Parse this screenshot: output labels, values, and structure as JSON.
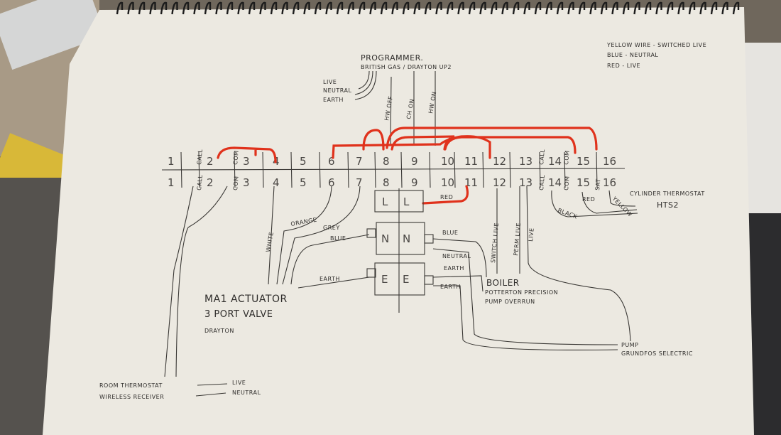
{
  "legend": {
    "line1": "YELLOW WIRE - SWITCHED LIVE",
    "line2": "BLUE   -   NEUTRAL",
    "line3": "RED   -   LIVE"
  },
  "programmer": {
    "title": "PROGRAMMER.",
    "model": "BRITISH GAS / DRAYTON UP2",
    "supply": [
      "LIVE",
      "NEUTRAL",
      "EARTH"
    ],
    "outputs": [
      "HW OFF",
      "CH ON",
      "HW ON"
    ]
  },
  "terminals": {
    "top": [
      "1",
      "2",
      "3",
      "4",
      "5",
      "6",
      "7",
      "8",
      "9",
      "10",
      "11",
      "12",
      "13",
      "14",
      "15",
      "16"
    ],
    "bottom": [
      "1",
      "2",
      "3",
      "4",
      "5",
      "6",
      "7",
      "8",
      "9",
      "10",
      "11",
      "12",
      "13",
      "14",
      "15",
      "16"
    ],
    "top_tags": {
      "t2": "CALL",
      "t3": "COM",
      "t14": "CALL",
      "t15": "COM"
    },
    "bottom_tags": {
      "t2": "CALL",
      "t3": "COM",
      "t14": "CALL",
      "t15": "COM",
      "t16": "SAT"
    }
  },
  "blocks": {
    "live": [
      "L",
      "L"
    ],
    "neutral": [
      "N",
      "N"
    ],
    "earth": [
      "E",
      "E"
    ],
    "red_label": "RED"
  },
  "actuator": {
    "title": "MA1 ACTUATOR",
    "subtitle": "3 PORT VALVE",
    "brand": "DRAYTON",
    "wires": [
      "WHITE",
      "ORANGE",
      "GREY",
      "BLUE",
      "EARTH"
    ]
  },
  "boiler": {
    "title": "BOILER",
    "model": "POTTERTON PRECISION",
    "note": "PUMP OVERRUN",
    "wires": [
      "SWITCH LIVE",
      "PERM LIVE",
      "LIVE",
      "BLUE",
      "NEUTRAL",
      "EARTH",
      "EARTH"
    ]
  },
  "pump": {
    "title": "PUMP",
    "model": "GRUNDFOS SELECTRIC"
  },
  "cylinder": {
    "title": "CYLINDER THERMOSTAT",
    "model": "HTS2",
    "wires": [
      "BLACK",
      "RED",
      "YELLOW"
    ]
  },
  "room_thermostat": {
    "title": "ROOM THERMOSTAT",
    "subtitle": "WIRELESS RECEIVER",
    "live": "LIVE",
    "neutral": "NEUTRAL"
  },
  "colors": {
    "paper": "#ece9e1",
    "ink": "#3a3835",
    "red_wire": "#e0321c",
    "background": "#6f675c"
  }
}
